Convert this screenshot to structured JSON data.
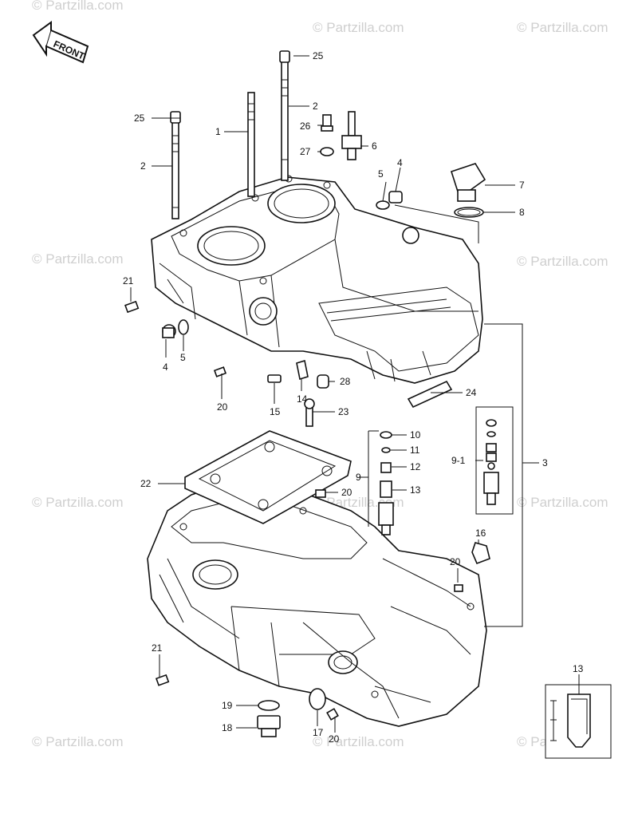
{
  "watermark": "© Partzilla.com",
  "front_label": "FRONT",
  "callouts": {
    "c1": "1",
    "c2a": "2",
    "c2b": "2",
    "c3": "3",
    "c4a": "4",
    "c4b": "4",
    "c5a": "5",
    "c5b": "5",
    "c6": "6",
    "c7": "7",
    "c8": "8",
    "c9": "9",
    "c9_1": "9-1",
    "c10": "10",
    "c11": "11",
    "c12": "12",
    "c13": "13",
    "c13_detail": "13",
    "c14": "14",
    "c15": "15",
    "c16": "16",
    "c17": "17",
    "c18": "18",
    "c19": "19",
    "c20a": "20",
    "c20b": "20",
    "c20c": "20",
    "c20d": "20",
    "c21a": "21",
    "c21b": "21",
    "c22": "22",
    "c23": "23",
    "c24": "24",
    "c25a": "25",
    "c25b": "25",
    "c26": "26",
    "c27": "27",
    "c28": "28"
  }
}
